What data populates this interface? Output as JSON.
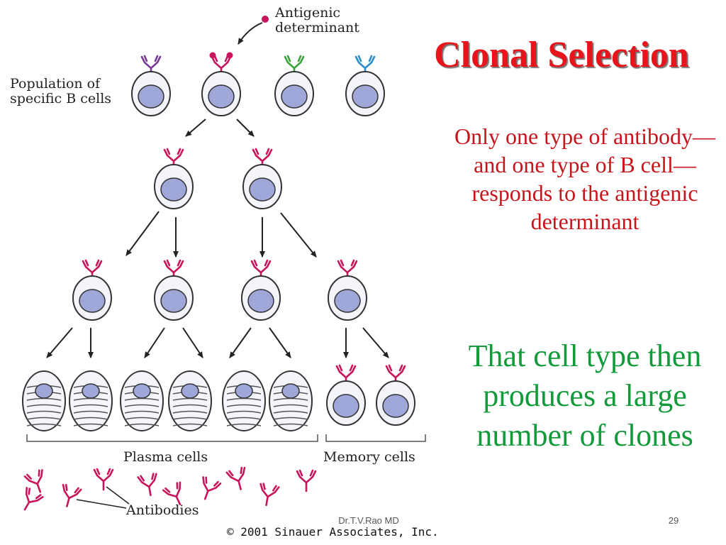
{
  "slide": {
    "title": "Clonal Selection",
    "red_text": "Only one type of antibody—and one type of B cell— responds to the antigenic determinant",
    "green_text": "That cell type then produces a large number of clones",
    "footer_author": "Dr.T.V.Rao MD",
    "page_number": "29"
  },
  "diagram": {
    "label_antigenic_line1": "Antigenic",
    "label_antigenic_line2": "determinant",
    "label_population_line1": "Population of",
    "label_population_line2": "specific B cells",
    "label_plasma": "Plasma cells",
    "label_memory": "Memory cells",
    "label_antibodies": "Antibodies",
    "copyright": "© 2001 Sinauer Associates, Inc."
  },
  "colors": {
    "title": "#e8141b",
    "red_text": "#c8141b",
    "green_text": "#139a3a",
    "receptor_selected": "#c8145a",
    "receptor_purple": "#7a3d96",
    "receptor_green": "#3aa33a",
    "receptor_blue": "#2a8ec8",
    "nucleus": "#9fa6d8"
  }
}
